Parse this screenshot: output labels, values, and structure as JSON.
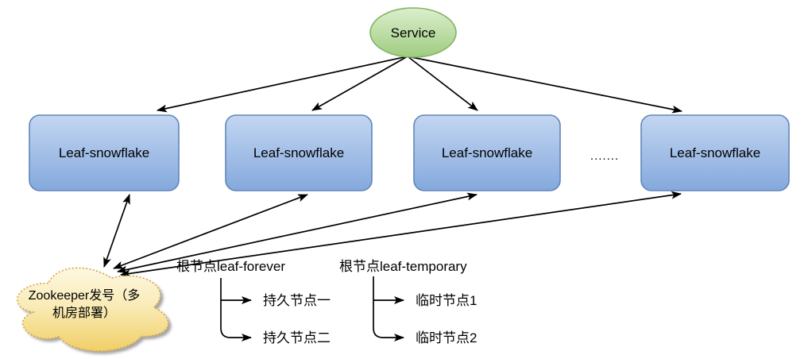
{
  "diagram": {
    "service": {
      "label": "Service"
    },
    "nodes": [
      {
        "label": "Leaf-snowflake"
      },
      {
        "label": "Leaf-snowflake"
      },
      {
        "label": "Leaf-snowflake"
      },
      {
        "label": "Leaf-snowflake"
      }
    ],
    "ellipsis": ".......",
    "cloud": {
      "line1": "Zookeeper发号（多",
      "line2": "机房部署）"
    },
    "trees": [
      {
        "root": "根节点leaf-forever",
        "children": [
          "持久节点一",
          "持久节点二"
        ]
      },
      {
        "root": "根节点leaf-temporary",
        "children": [
          "临时节点1",
          "临时节点2"
        ]
      }
    ],
    "colors": {
      "service_fill_top": "#d9ecca",
      "service_fill_bottom": "#9fcc80",
      "service_stroke": "#82b366",
      "node_fill_top": "#c3d6f1",
      "node_fill_bottom": "#84a9dd",
      "node_stroke": "#6186b8",
      "cloud_fill_top": "#fdf6dc",
      "cloud_fill_bottom": "#f1ce67",
      "cloud_stroke": "#d6a33c",
      "arrow": "#000000"
    }
  }
}
